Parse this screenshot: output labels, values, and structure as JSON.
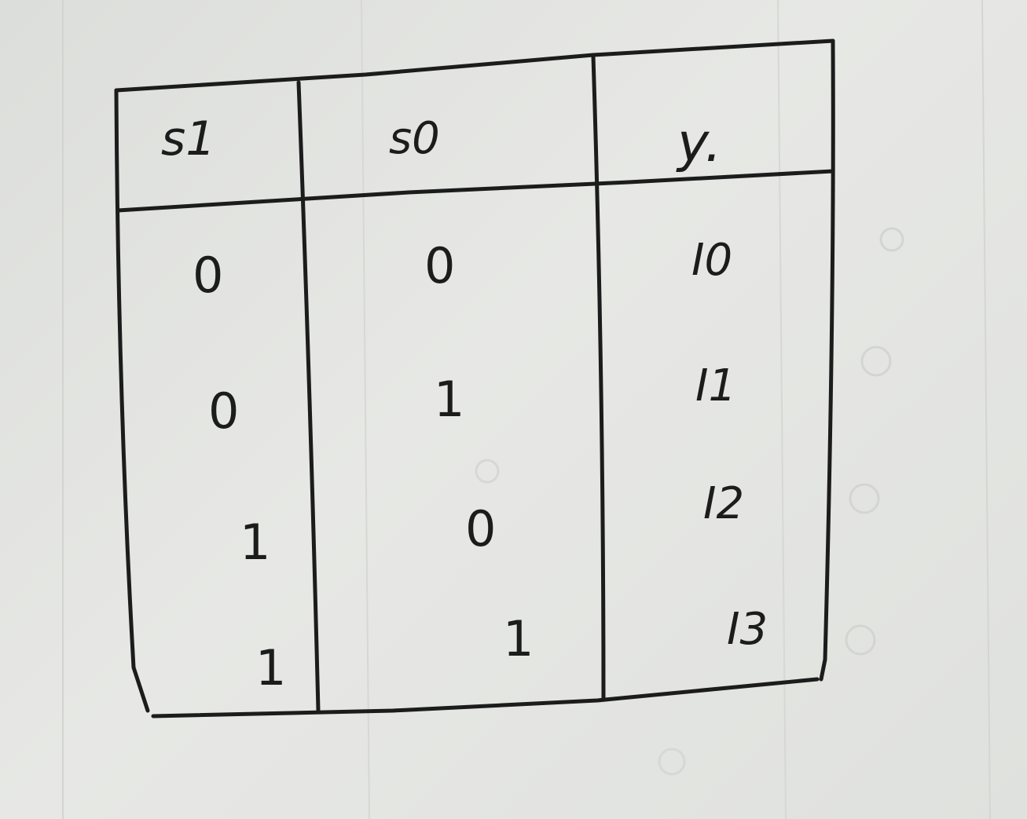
{
  "truth_table": {
    "headers": [
      "s1",
      "s0",
      "y."
    ],
    "rows": [
      {
        "s1": "0",
        "s0": "0",
        "y": "I0"
      },
      {
        "s1": "0",
        "s0": "1",
        "y": "I1"
      },
      {
        "s1": "1",
        "s0": "0",
        "y": "I2"
      },
      {
        "s1": "1",
        "s0": "1",
        "y": "I3"
      }
    ]
  },
  "colors": {
    "ink": "#1c1c1c",
    "paper": "#e2e3e0"
  }
}
